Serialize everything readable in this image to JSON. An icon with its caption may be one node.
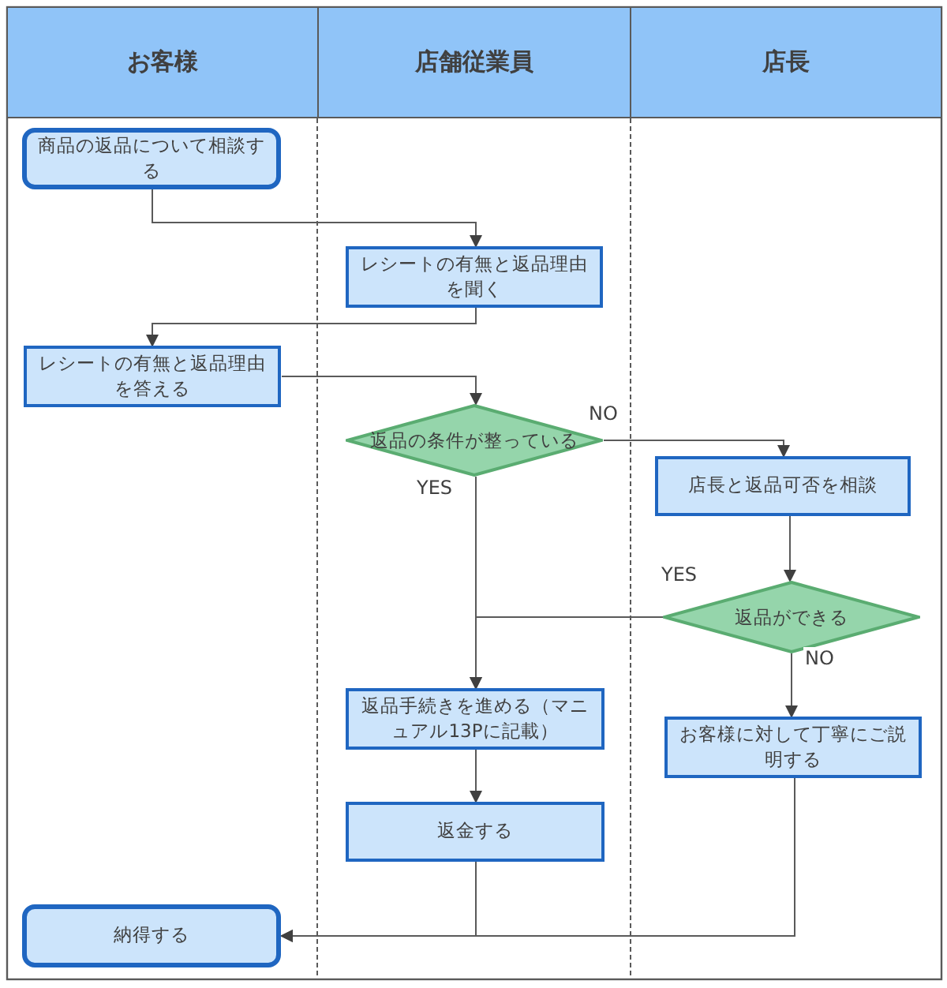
{
  "diagram": {
    "nodes": [
      {
        "text": [
          "お客様"
        ]
      },
      {
        "text": [
          "店舗従業員"
        ]
      },
      {
        "text": [
          "店長"
        ]
      },
      {
        "text": [
          "商品の返品について相談する"
        ]
      },
      {
        "text": [
          "レシートの有無と返品理由を聞く"
        ]
      },
      {
        "text": [
          "レシートの有無と返品理由を答える"
        ]
      },
      {
        "text": [
          "返品の条件が整っている"
        ]
      },
      {
        "text": [
          "店長と返品可否を相談"
        ]
      },
      {
        "text": [
          "返品ができる"
        ]
      },
      {
        "text": [
          "返品手続きを進める（マニュアル13Pに記載）"
        ]
      },
      {
        "text": [
          "お客様に対して丁寧にご説明する"
        ]
      },
      {
        "text": [
          "返金する"
        ]
      },
      {
        "text": [
          "納得する"
        ]
      }
    ],
    "edges": [
      {
        "from": 3,
        "to": 4,
        "arrow": "to"
      },
      {
        "from": 4,
        "to": 5,
        "arrow": "to"
      },
      {
        "from": 5,
        "to": 6,
        "arrow": "to"
      },
      {
        "from": 6,
        "to": 7,
        "arrow": "to",
        "label": "NO"
      },
      {
        "from": 6,
        "to": 9,
        "arrow": "to",
        "label": "YES"
      },
      {
        "from": 7,
        "to": 8,
        "arrow": "to"
      },
      {
        "from": 8,
        "to": 9,
        "arrow": "to",
        "label": "YES"
      },
      {
        "from": 8,
        "to": 10,
        "arrow": "to",
        "label": "NO"
      },
      {
        "from": 9,
        "to": 11,
        "arrow": "to"
      },
      {
        "from": 11,
        "to": 12,
        "arrow": "to"
      },
      {
        "from": 10,
        "to": 12,
        "arrow": "to"
      }
    ]
  }
}
